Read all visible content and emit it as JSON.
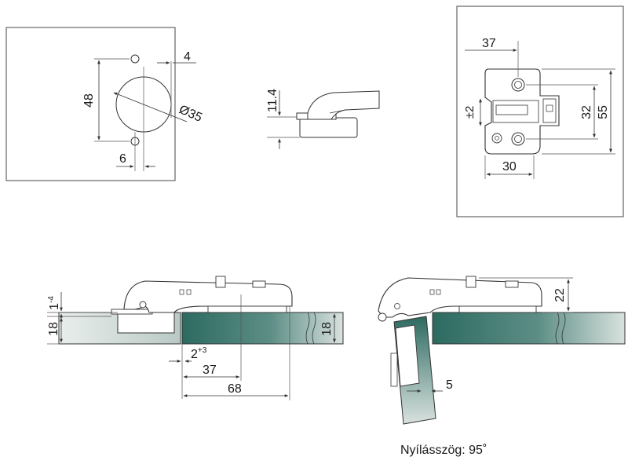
{
  "panel_drilling": {
    "height": "48",
    "offset": "4",
    "diameter": "Ø35",
    "spacing": "6"
  },
  "panel_side": {
    "height": "11.4"
  },
  "panel_plate": {
    "width_top": "37",
    "tolerance": "±2",
    "height_inner": "32",
    "height_outer": "55",
    "width_bottom": "30"
  },
  "panel_closed": {
    "adjust": "1",
    "adjust_sup": "-4",
    "thickness_left": "18",
    "thickness_right": "18",
    "gap": "2",
    "gap_sup": "+3",
    "dist_a": "37",
    "dist_b": "68"
  },
  "panel_open": {
    "height": "22",
    "offset": "5"
  },
  "caption": "Nyílásszög: 95˚",
  "colors": {
    "board_dark": "#2f6c62",
    "board_light": "#cfd9d6",
    "line": "#333333"
  }
}
